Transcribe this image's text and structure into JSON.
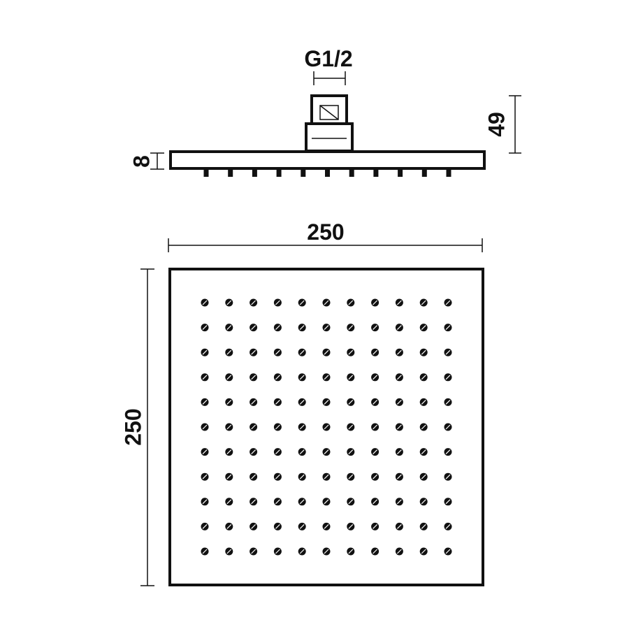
{
  "title": "",
  "colors": {
    "line": "#111111",
    "background": "#ffffff"
  },
  "side_view": {
    "connection_label": "G1/2",
    "plate_thickness_label": "8",
    "total_height_label": "49",
    "nozzle_count": 11
  },
  "plan_view": {
    "width_label": "250",
    "height_label": "250",
    "nozzle_rows": 11,
    "nozzle_cols": 11
  }
}
